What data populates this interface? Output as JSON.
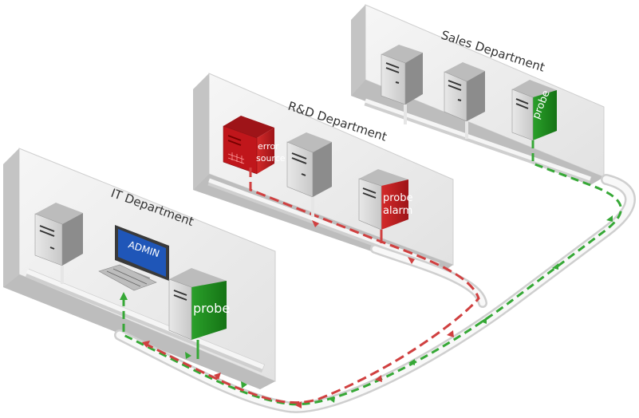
{
  "colors": {
    "wall_front": "#f1f1f1",
    "wall_shadow": "#c9c9c9",
    "pipe": "#ececec",
    "server_front": "#dcdcdc",
    "server_side": "#8e8e8e",
    "probe_green": "#1f8a1f",
    "error_red": "#c0161b",
    "alarm_red": "#b01a1f",
    "admin_blue": "#1f56b8",
    "trail_green": "#36a836",
    "trail_red": "#d04040"
  },
  "departments": [
    {
      "id": "it",
      "title": "IT Department"
    },
    {
      "id": "rd",
      "title": "R&D Department"
    },
    {
      "id": "sales",
      "title": "Sales Department"
    }
  ],
  "devices": {
    "it_probe": {
      "label": "probe",
      "color": "green"
    },
    "admin_monitor": {
      "label": "ADMIN",
      "color": "blue"
    },
    "rd_error_source": {
      "label_line1": "error",
      "label_line2": "source",
      "color": "red"
    },
    "rd_probe_alarm": {
      "label_line1": "probe",
      "label_line2": "alarm",
      "color": "red"
    },
    "sales_probe": {
      "label": "probe",
      "color": "green"
    }
  }
}
